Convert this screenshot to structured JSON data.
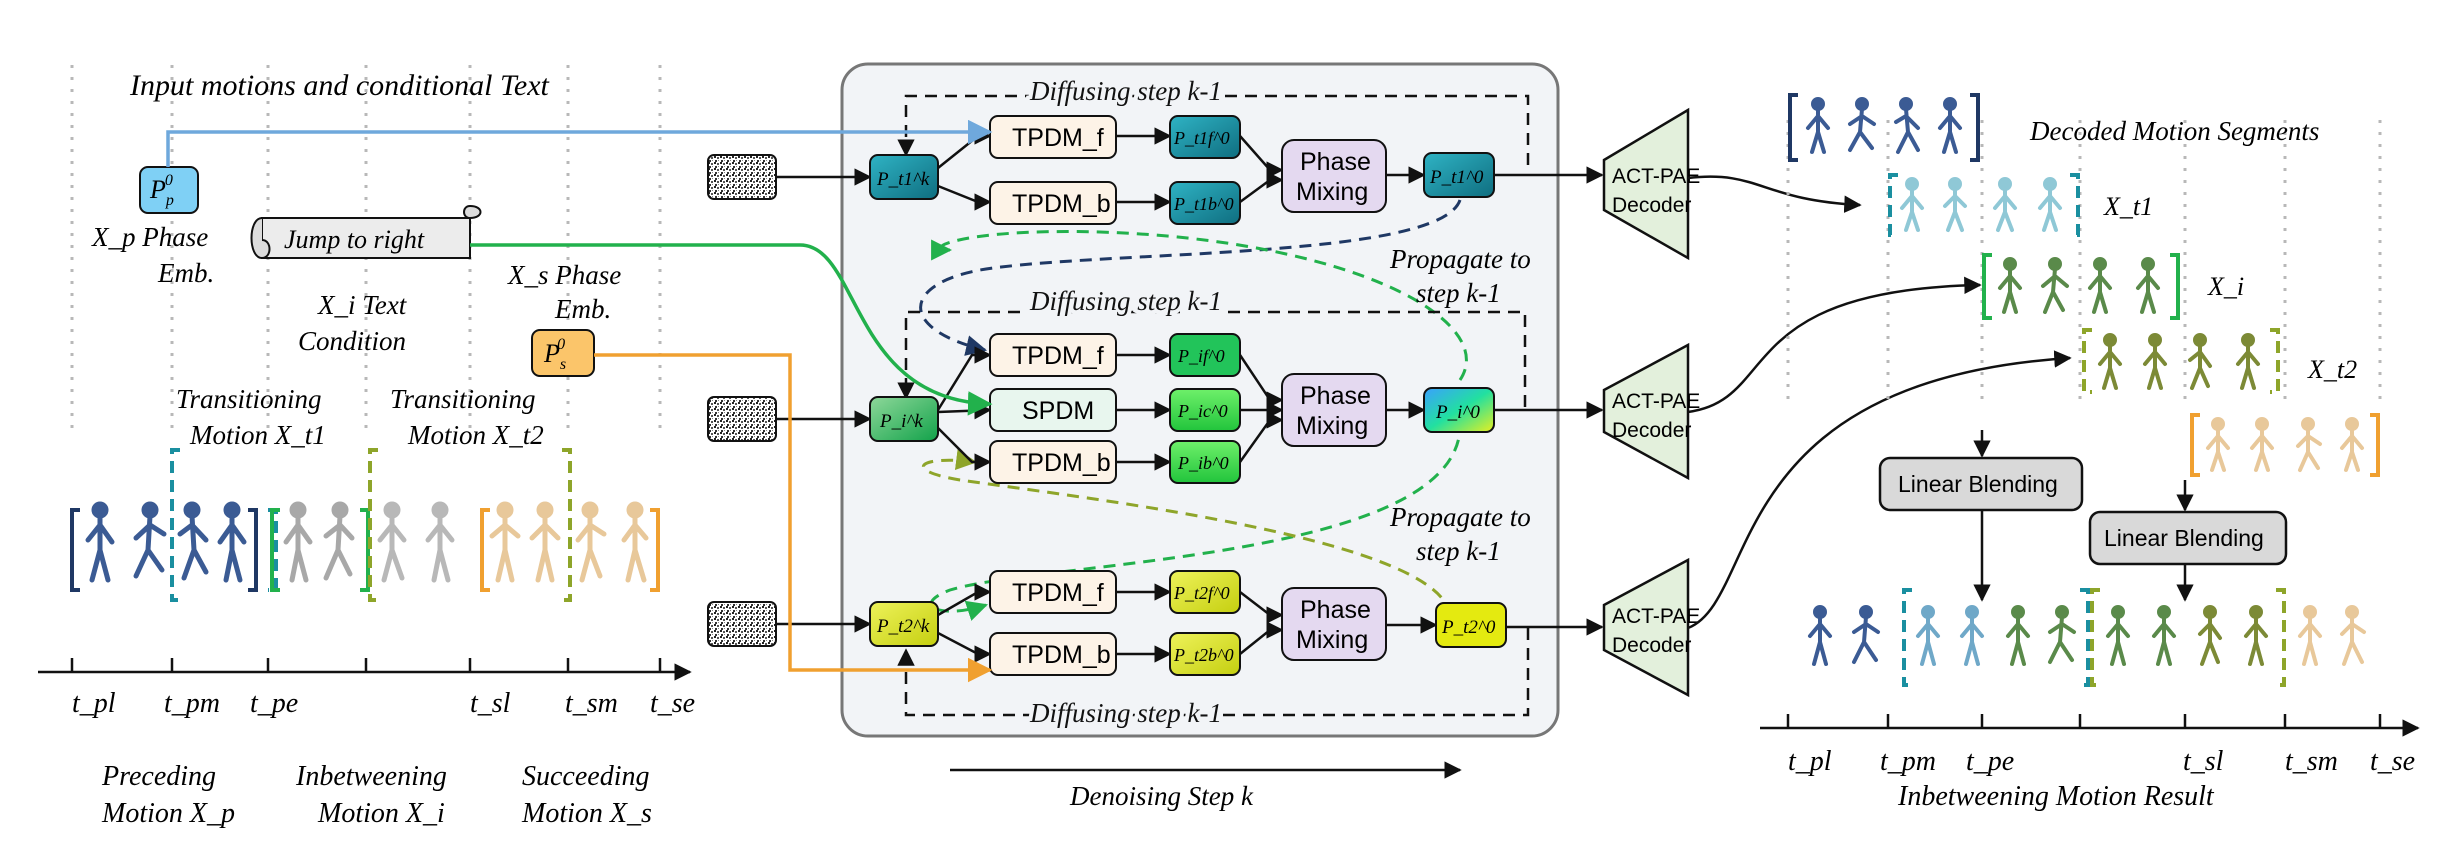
{
  "left": {
    "heading": "Input motions and conditional Text",
    "phase_p": {
      "label": "P",
      "sub": "p",
      "sup": "0",
      "caption_line1": "X_p Phase",
      "caption_line2": "Emb."
    },
    "text_scroll": "Jump to right",
    "text_caption_line1": "X_i Text",
    "text_caption_line2": "Condition",
    "phase_s": {
      "label": "P",
      "sub": "s",
      "sup": "0",
      "caption_line1": "X_s Phase",
      "caption_line2": "Emb."
    },
    "transition1_line1": "Transitioning",
    "transition1_line2": "Motion X_t1",
    "transition2_line1": "Transitioning",
    "transition2_line2": "Motion X_t2",
    "ticks": [
      "t_pl",
      "t_pm",
      "t_pe",
      "t_sl",
      "t_sm",
      "t_se"
    ],
    "bottom_labels": [
      {
        "line1": "Preceding",
        "line2": "Motion X_p"
      },
      {
        "line1": "Inbetweening",
        "line2": "Motion X_i"
      },
      {
        "line1": "Succeeding",
        "line2": "Motion X_s"
      }
    ]
  },
  "center": {
    "diffusing_label": "Diffusing step k-1",
    "propagate_line1": "Propagate to",
    "propagate_line2": "step k-1",
    "tpdm_f": "TPDM_f",
    "tpdm_b": "TPDM_b",
    "spdm": "SPDM",
    "phase_mixing_line1": "Phase",
    "phase_mixing_line2": "Mixing",
    "denoising_label": "Denoising Step k",
    "rows": [
      {
        "input": "P_t1^k",
        "f_out": "P_t1f^0",
        "b_out": "P_t1b^0",
        "mixed": "P_t1^0"
      },
      {
        "input": "P_i^k",
        "f_out": "P_if^0",
        "c_out": "P_ic^0",
        "b_out": "P_ib^0",
        "mixed": "P_i^0"
      },
      {
        "input": "P_t2^k",
        "f_out": "P_t2f^0",
        "b_out": "P_t2b^0",
        "mixed": "P_t2^0"
      }
    ]
  },
  "right": {
    "decoder_line1": "ACT-PAE",
    "decoder_line2": "Decoder",
    "decoded_title": "Decoded Motion Segments",
    "segment_labels": [
      "X_t1",
      "X_i",
      "X_t2"
    ],
    "linear_blending": "Linear Blending",
    "result_title": "Inbetweening Motion Result",
    "ticks": [
      "t_pl",
      "t_pm",
      "t_pe",
      "t_sl",
      "t_sm",
      "t_se"
    ]
  },
  "colors": {
    "blue": "#6fa8dc",
    "green": "#22b14c",
    "orange": "#f0a030",
    "teal": "#1a8fa0",
    "navy": "#1f3864",
    "olive": "#8ea52a",
    "panel_bg": "#f2f4f7",
    "tpdm_fill": "#fdf3e7",
    "phase_mix_fill": "#e4d9f0",
    "decoder_fill": "#e3f0dc",
    "blend_fill": "#d9d9d9"
  }
}
